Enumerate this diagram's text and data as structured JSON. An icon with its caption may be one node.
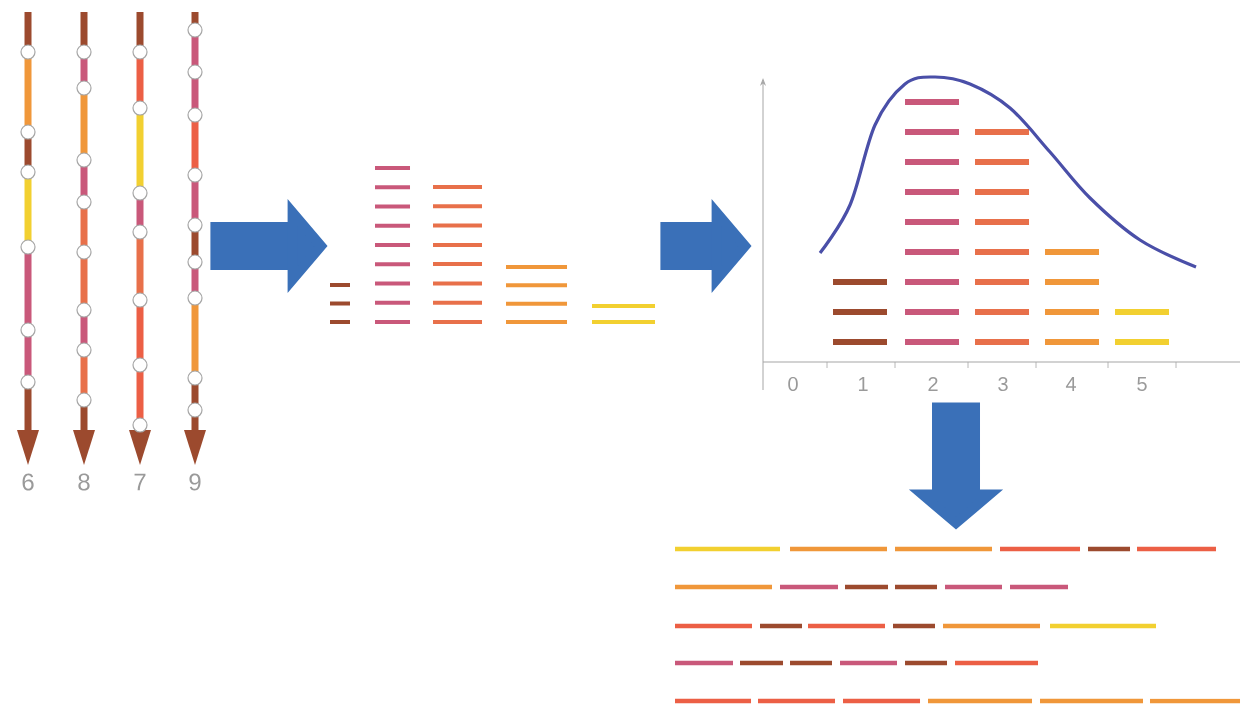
{
  "diagram": {
    "nodes": [
      {
        "text": [],
        "shape": "picture"
      },
      {
        "text": [],
        "shape": "picture"
      },
      {
        "text": [],
        "shape": "picture"
      },
      {
        "text": [],
        "shape": "picture"
      }
    ],
    "edges": [
      {
        "from": 0,
        "to": 1,
        "arrow": "to"
      },
      {
        "from": 1,
        "to": 2,
        "arrow": "to"
      },
      {
        "from": 2,
        "to": 3,
        "arrow": "to"
      }
    ],
    "labels": [
      "6",
      "8",
      "7",
      "9",
      "0",
      "1",
      "2",
      "3",
      "4",
      "5"
    ]
  }
}
